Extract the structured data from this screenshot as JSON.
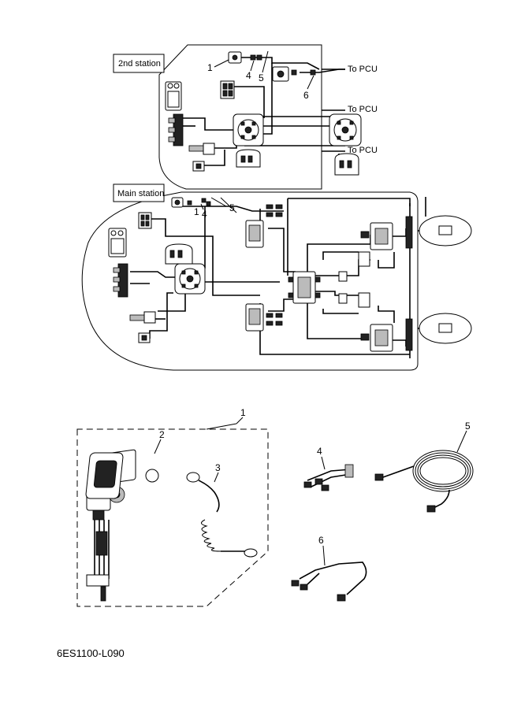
{
  "diagram": {
    "second_station_label": "2nd station",
    "main_station_label": "Main station",
    "pcu_labels": [
      "To PCU",
      "To PCU",
      "To PCU"
    ],
    "callouts_top": [
      "1",
      "4",
      "5",
      "6"
    ],
    "callouts_main": [
      "1",
      "4",
      "5"
    ]
  },
  "parts": [
    {
      "ref": "1"
    },
    {
      "ref": "2"
    },
    {
      "ref": "3"
    },
    {
      "ref": "4"
    },
    {
      "ref": "5"
    },
    {
      "ref": "6"
    }
  ],
  "figure_code": "6ES1100-L090"
}
